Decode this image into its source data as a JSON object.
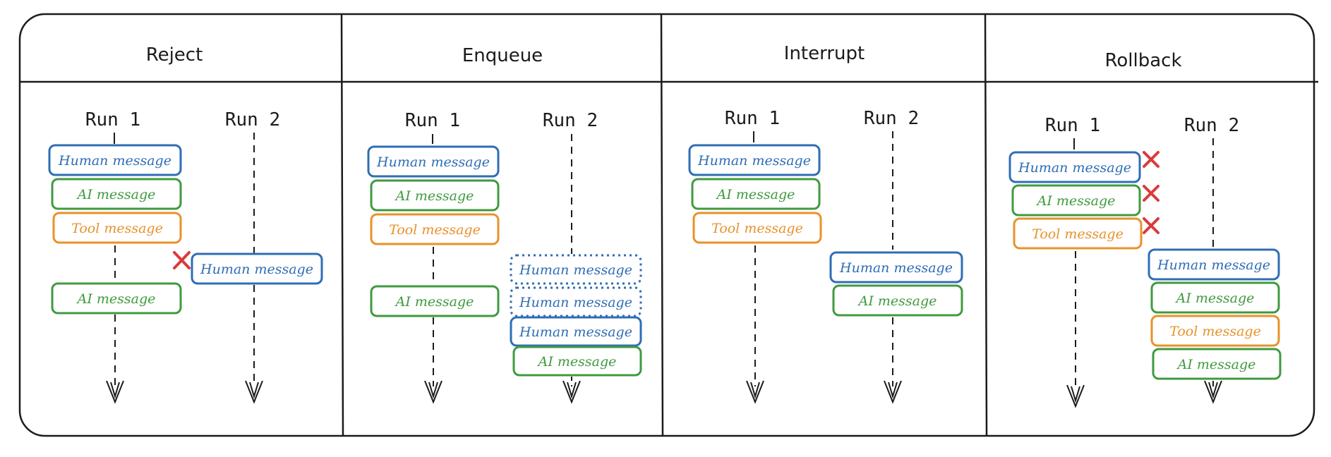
{
  "panels": [
    {
      "title": "Reject",
      "runs": [
        "Run 1",
        "Run 2"
      ],
      "run1_messages": [
        {
          "text": "Human message",
          "kind": "human"
        },
        {
          "text": "AI message",
          "kind": "ai"
        },
        {
          "text": "Tool message",
          "kind": "tool"
        },
        {
          "text": "AI message",
          "kind": "ai"
        }
      ],
      "rejected_message": {
        "text": "Human message",
        "kind": "human"
      }
    },
    {
      "title": "Enqueue",
      "runs": [
        "Run 1",
        "Run 2"
      ],
      "run1_messages": [
        {
          "text": "Human message",
          "kind": "human"
        },
        {
          "text": "AI message",
          "kind": "ai"
        },
        {
          "text": "Tool message",
          "kind": "tool"
        },
        {
          "text": "AI message",
          "kind": "ai"
        }
      ],
      "run2_messages": [
        {
          "text": "Human message",
          "kind": "human-queued"
        },
        {
          "text": "Human message",
          "kind": "human-queued"
        },
        {
          "text": "Human message",
          "kind": "human"
        },
        {
          "text": "AI message",
          "kind": "ai"
        }
      ]
    },
    {
      "title": "Interrupt",
      "runs": [
        "Run 1",
        "Run 2"
      ],
      "run1_messages": [
        {
          "text": "Human message",
          "kind": "human"
        },
        {
          "text": "AI message",
          "kind": "ai"
        },
        {
          "text": "Tool message",
          "kind": "tool"
        }
      ],
      "run2_messages": [
        {
          "text": "Human message",
          "kind": "human"
        },
        {
          "text": "AI message",
          "kind": "ai"
        }
      ]
    },
    {
      "title": "Rollback",
      "runs": [
        "Run 1",
        "Run 2"
      ],
      "run1_messages": [
        {
          "text": "Human message",
          "kind": "human"
        },
        {
          "text": "AI message",
          "kind": "ai"
        },
        {
          "text": "Tool message",
          "kind": "tool"
        }
      ],
      "run2_messages": [
        {
          "text": "Human message",
          "kind": "human"
        },
        {
          "text": "AI message",
          "kind": "ai"
        },
        {
          "text": "Tool message",
          "kind": "tool"
        },
        {
          "text": "AI message",
          "kind": "ai"
        }
      ]
    }
  ],
  "colors": {
    "human": "#2f6db5",
    "ai": "#3f9a3f",
    "tool": "#e8922a",
    "reject": "#d93b3b",
    "line": "#1b1b1b"
  },
  "icons": {
    "reject_mark": "x-icon",
    "arrow": "arrow-down-icon"
  }
}
